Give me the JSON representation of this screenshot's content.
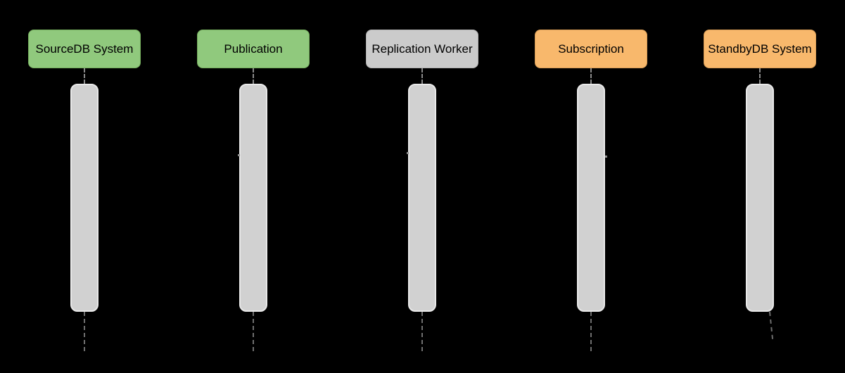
{
  "diagram": {
    "type": "sequence-diagram-lifelines",
    "background_color": "#000000",
    "actors": [
      {
        "label": "SourceDB System",
        "fill": "#90c97d",
        "border": "#74ad5c",
        "color_name": "green"
      },
      {
        "label": "Publication",
        "fill": "#90c97d",
        "border": "#74ad5c",
        "color_name": "green"
      },
      {
        "label": "Replication Worker",
        "fill": "#cbcbcb",
        "border": "#b0b0b0",
        "color_name": "gray"
      },
      {
        "label": "Subscription",
        "fill": "#f8b86c",
        "border": "#d89c55",
        "color_name": "orange"
      },
      {
        "label": "StandbyDB System",
        "fill": "#f8b86c",
        "border": "#d89c55",
        "color_name": "orange"
      }
    ],
    "activation_bar_fill": "#d1d1d1",
    "activation_bar_outline": "#e9e9e9",
    "lifeline_dash_color": "#6e6e6e",
    "text_color": "#000000"
  }
}
